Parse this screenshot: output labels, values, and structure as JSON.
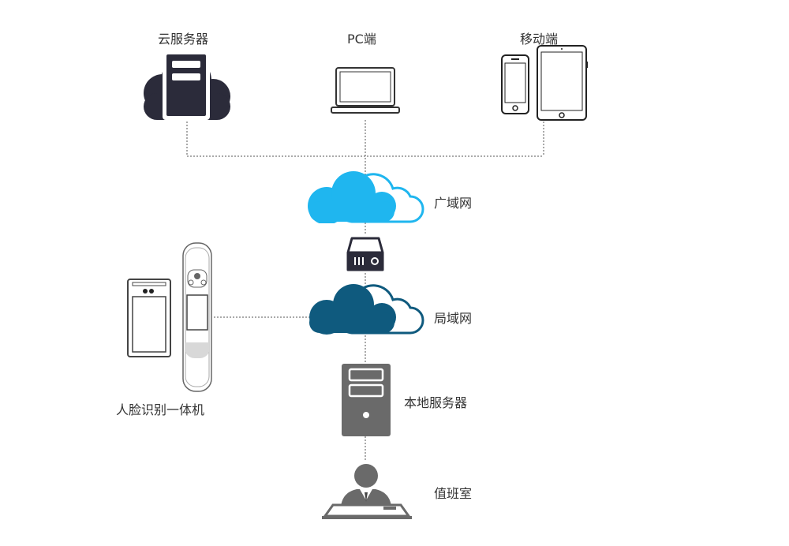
{
  "diagram": {
    "nodes": {
      "cloud_server": {
        "label": "云服务器",
        "icon": "cloud-server-icon"
      },
      "pc": {
        "label": "PC端",
        "icon": "laptop-icon"
      },
      "mobile": {
        "label": "移动端",
        "icon": "mobile-devices-icon"
      },
      "wan": {
        "label": "广域网",
        "icon": "wan-cloud-icon"
      },
      "router": {
        "label": "",
        "icon": "router-icon"
      },
      "lan": {
        "label": "局域网",
        "icon": "lan-cloud-icon"
      },
      "face_terminal": {
        "label": "人脸识别一体机",
        "icon": "face-recognition-terminal-icon"
      },
      "local_server": {
        "label": "本地服务器",
        "icon": "local-server-icon"
      },
      "duty_room": {
        "label": "值班室",
        "icon": "duty-operator-icon"
      }
    },
    "colors": {
      "dark": "#2b2b3a",
      "wan_cloud": "#1fb6ef",
      "lan_cloud": "#0f5a7e",
      "server_gray": "#6a6a6a",
      "line": "#555555"
    }
  }
}
